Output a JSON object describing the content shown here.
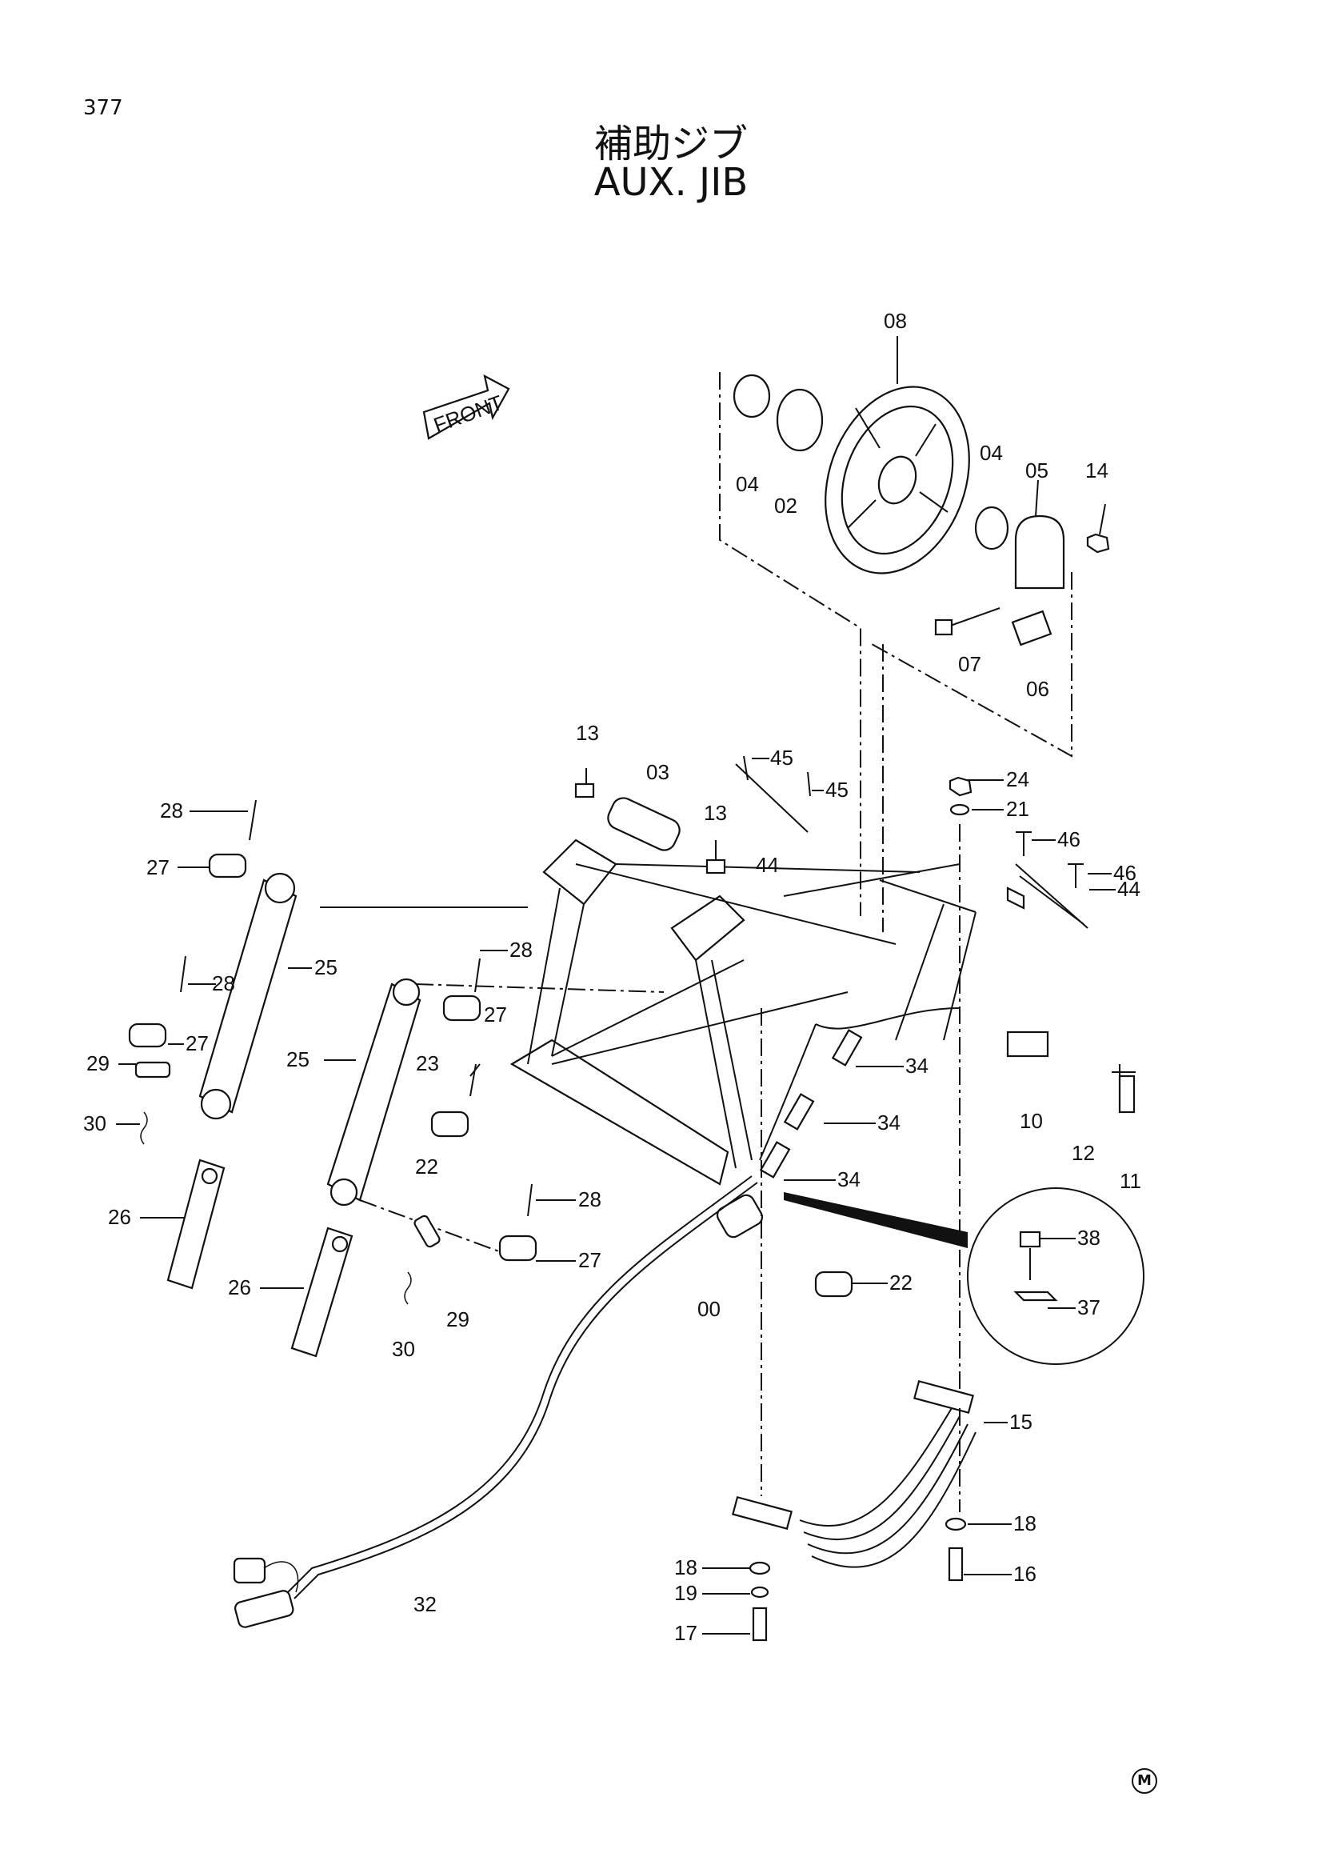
{
  "page_number": "377",
  "title_jp": "補助ジブ",
  "title_en": "AUX. JIB",
  "front_arrow": "FRONT",
  "footer_mark": "M",
  "callouts": {
    "c00": "00",
    "c02": "02",
    "c03": "03",
    "c04a": "04",
    "c04b": "04",
    "c05": "05",
    "c06": "06",
    "c07": "07",
    "c08": "08",
    "c10": "10",
    "c11": "11",
    "c12": "12",
    "c13a": "13",
    "c13b": "13",
    "c14": "14",
    "c15": "15",
    "c16": "16",
    "c17": "17",
    "c18a": "18",
    "c18b": "18",
    "c19": "19",
    "c21": "21",
    "c22a": "22",
    "c22b": "22",
    "c23": "23",
    "c24": "24",
    "c25a": "25",
    "c25b": "25",
    "c26a": "26",
    "c26b": "26",
    "c27a": "27",
    "c27b": "27",
    "c27c": "27",
    "c27d": "27",
    "c28a": "28",
    "c28b": "28",
    "c28c": "28",
    "c28d": "28",
    "c29a": "29",
    "c29b": "29",
    "c30a": "30",
    "c30b": "30",
    "c32": "32",
    "c34a": "34",
    "c34b": "34",
    "c34c": "34",
    "c37": "37",
    "c38": "38",
    "c44a": "44",
    "c44b": "44",
    "c45a": "45",
    "c45b": "45",
    "c46a": "46",
    "c46b": "46"
  }
}
